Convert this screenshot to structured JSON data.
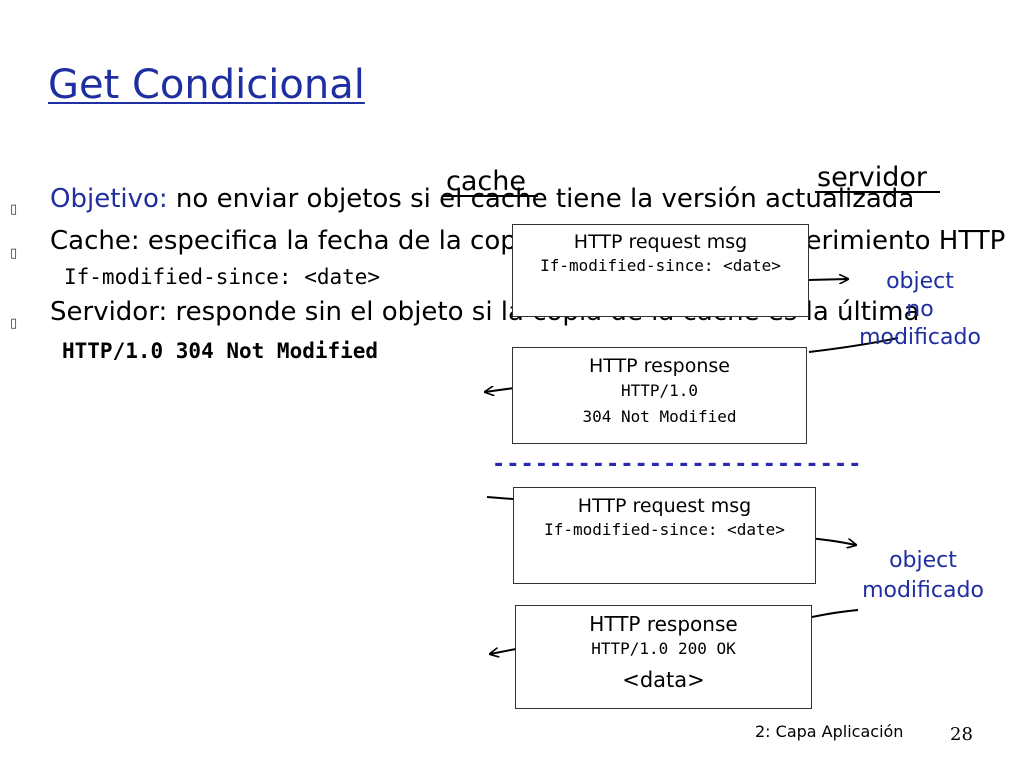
{
  "title": "Get Condicional",
  "bullet_icon": "square-glyph",
  "bullets": [
    {
      "lead": "Objetivo:",
      "text": " no enviar objetos si el cache tiene la versión actualizada"
    },
    {
      "lead": "Cache:",
      "text": " especifica la fecha de la copia en cache en el requerimiento HTTP",
      "code": "If-modified-since: <date>"
    },
    {
      "lead": "Servidor:",
      "text": " responde sin el objeto si la copia de la cache es la última",
      "code": "HTTP/1.0 304 Not Modified"
    }
  ],
  "columns": {
    "left": "cache",
    "right": "servidor"
  },
  "exchange1": {
    "request": {
      "line1": "HTTP request msg",
      "line2": "If-modified-since: <date>"
    },
    "response": {
      "line1": "HTTP response",
      "line2": "HTTP/1.0",
      "line3": "304 Not Modified"
    },
    "note": [
      "object",
      "no",
      "modificado"
    ]
  },
  "separator": "--------------------------",
  "exchange2": {
    "request": {
      "line1": "HTTP request msg",
      "line2": "If-modified-since: <date>"
    },
    "response": {
      "line1": "HTTP response",
      "line2": "HTTP/1.0 200 OK",
      "line3": "<data>"
    },
    "note": [
      "object",
      "modificado"
    ]
  },
  "footer": {
    "chapter": "2: Capa Aplicación",
    "page": "28"
  },
  "colors": {
    "accent": "#1f2ea0",
    "separator": "#2a2ab0"
  }
}
